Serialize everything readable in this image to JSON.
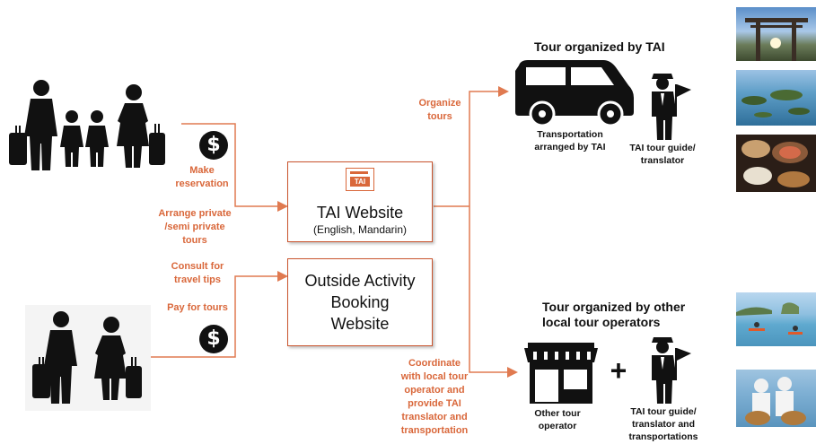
{
  "labels": {
    "make_reservation": "Make\nreservation",
    "arrange_private": "Arrange private\n/semi private\ntours",
    "consult": "Consult for\ntravel tips",
    "pay": "Pay for tours",
    "organize": "Organize\ntours",
    "coordinate": "Coordinate\nwith local tour\noperator and\nprovide TAI\ntranslator and\ntransportation"
  },
  "tai_website": {
    "logo_text": "TAI",
    "title": "TAI Website",
    "subtitle": "(English, Mandarin)"
  },
  "outside_website": {
    "title": "Outside Activity\nBooking\nWebsite"
  },
  "tour_tai": {
    "header": "Tour organized by TAI",
    "transport_caption": "Transportation\narranged by TAI",
    "guide_caption": "TAI tour guide/\ntranslator"
  },
  "tour_other": {
    "header": "Tour organized by other\nlocal tour operators",
    "plus": "+",
    "operator_caption": "Other tour\noperator",
    "guide_caption": "TAI tour guide/\ntranslator and\ntransportations"
  },
  "icons": {
    "dollar": "$"
  },
  "colors": {
    "accent": "#d9673a",
    "line": "#e07a50",
    "box_border": "#c9542d",
    "icon": "#111111"
  }
}
